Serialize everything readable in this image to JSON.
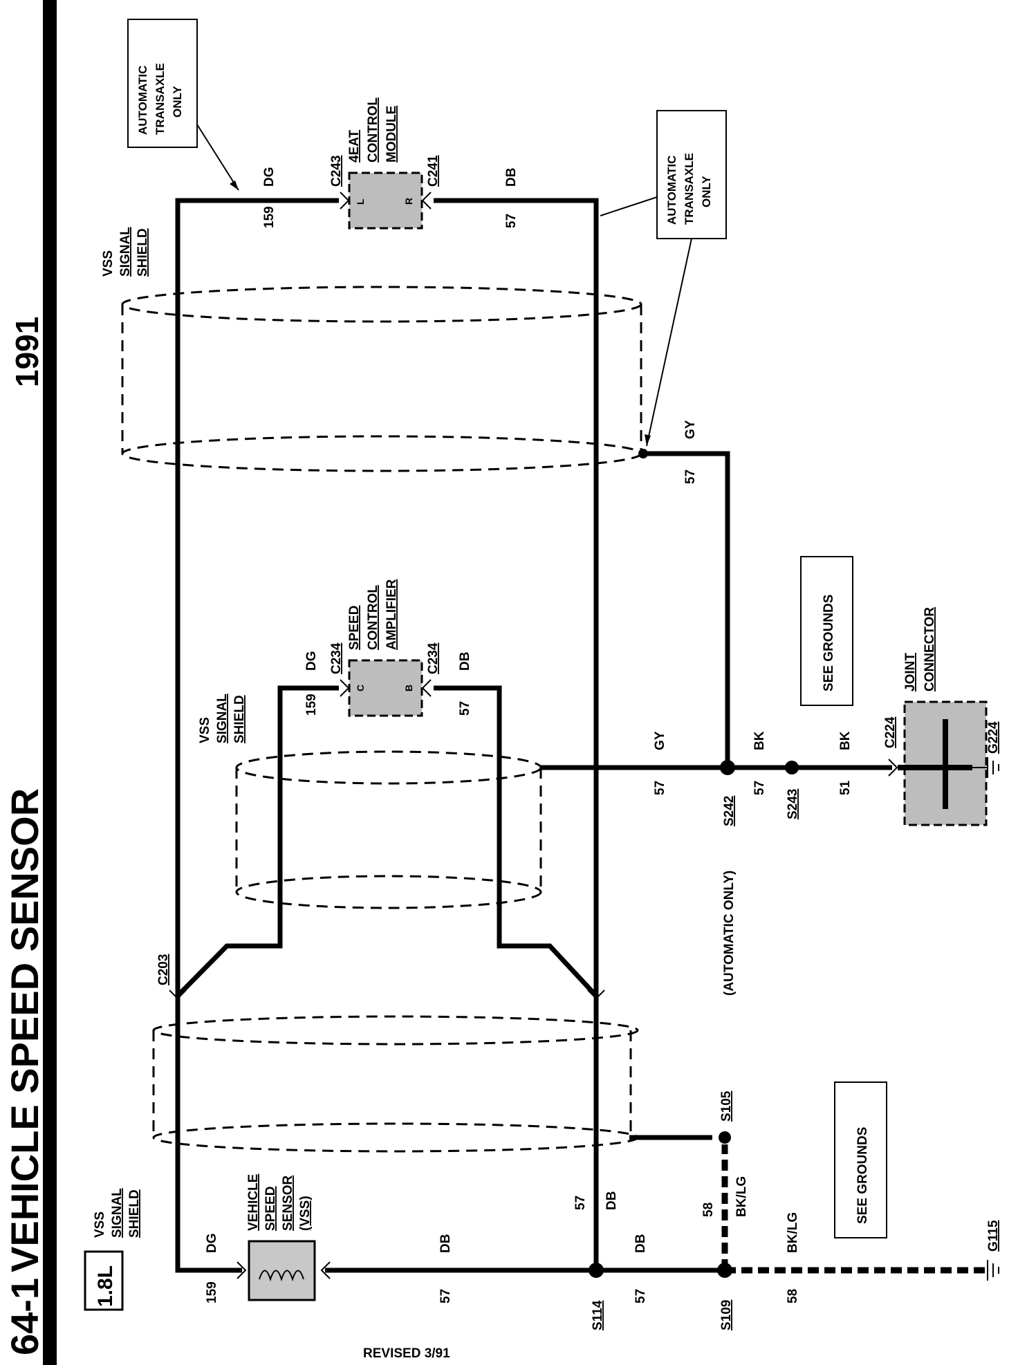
{
  "header": {
    "page_number": "64-1",
    "title": "VEHICLE SPEED SENSOR",
    "year": "1991",
    "engine": "1.8L"
  },
  "footer": {
    "revised": "REVISED  3/91"
  },
  "shield_labels": {
    "line1": "VSS",
    "line2": "SIGNAL",
    "line3": "SHIELD"
  },
  "components": {
    "vss": {
      "l1": "VEHICLE",
      "l2": "SPEED",
      "l3": "SENSOR",
      "l4": "(VSS)"
    },
    "amplifier": {
      "l1": "SPEED",
      "l2": "CONTROL",
      "l3": "AMPLIFIER",
      "pin_left": "C",
      "pin_right": "B"
    },
    "module": {
      "l1": "4EAT",
      "l2": "CONTROL",
      "l3": "MODULE",
      "pin_left": "L",
      "pin_right": "R"
    },
    "joint": {
      "l1": "JOINT",
      "l2": "CONNECTOR"
    }
  },
  "connectors": {
    "c203": "C203",
    "c234": "C234",
    "c243": "C243",
    "c241": "C241",
    "c224": "C224"
  },
  "splices": {
    "s114": "S114",
    "s109": "S109",
    "s105": "S105",
    "s242": "S242",
    "s243": "S243"
  },
  "grounds": {
    "g115": "G115",
    "g224": "G224"
  },
  "notes": {
    "auto_only_1": {
      "l1": "AUTOMATIC",
      "l2": "TRANSAXLE",
      "l3": "ONLY"
    },
    "auto_only_2": {
      "l1": "AUTOMATIC",
      "l2": "TRANSAXLE",
      "l3": "ONLY"
    },
    "see_grounds": "SEE GROUNDS",
    "automatic_only": "(AUTOMATIC ONLY)"
  },
  "wires": {
    "n159": "159",
    "n57": "57",
    "n58": "58",
    "n51": "51",
    "dg": "DG",
    "db": "DB",
    "gy": "GY",
    "bk": "BK",
    "bklg": "BK/LG"
  },
  "colors": {
    "wire": "#000000",
    "component_fill": "#bdbdbd"
  }
}
